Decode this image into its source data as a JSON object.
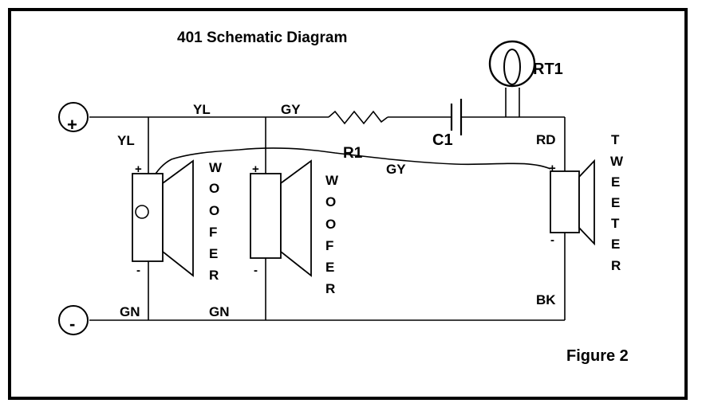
{
  "title": "401 Schematic Diagram",
  "figure_label": "Figure 2",
  "terminals": {
    "positive": "+",
    "negative": "-"
  },
  "wire_labels": {
    "yl_top": "YL",
    "yl_side": "YL",
    "gy_top": "GY",
    "gy_middle": "GY",
    "gn_left": "GN",
    "gn_middle": "GN",
    "rd": "RD",
    "bk": "BK"
  },
  "components": {
    "rt1": "RT1",
    "c1": "C1",
    "r1": "R1"
  },
  "driver_polarity": {
    "woofer1_plus": "+",
    "woofer1_minus": "-",
    "woofer2_plus": "+",
    "woofer2_minus": "-",
    "tweeter_plus": "+",
    "tweeter_minus": "-"
  },
  "driver_letters": {
    "woofer1": [
      "W",
      "O",
      "O",
      "F",
      "E",
      "R"
    ],
    "woofer2": [
      "W",
      "O",
      "O",
      "F",
      "E",
      "R"
    ],
    "tweeter": [
      "T",
      "W",
      "E",
      "E",
      "T",
      "E",
      "R"
    ]
  }
}
